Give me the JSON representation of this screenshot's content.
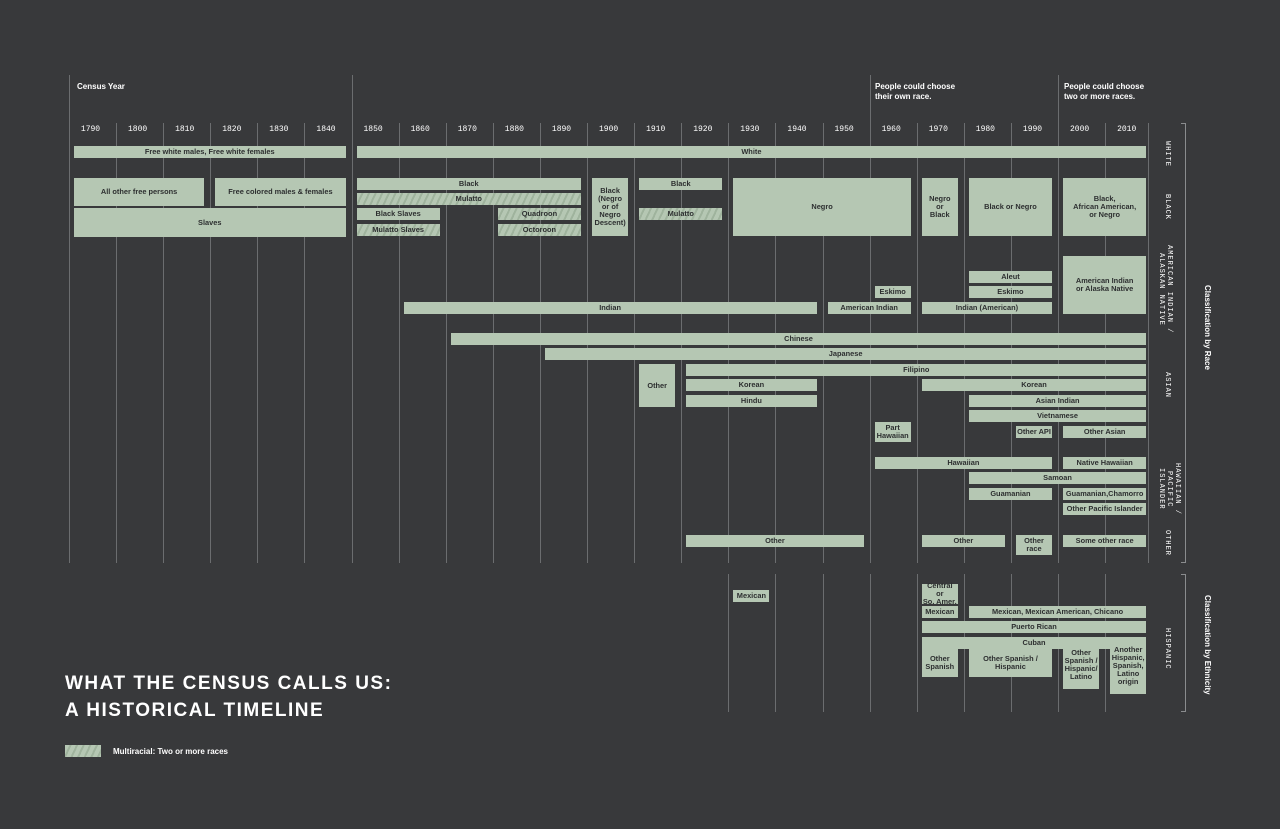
{
  "header": {
    "census_year": "Census Year",
    "choose_own": "People could choose\ntheir own race.",
    "choose_two": "People could choose\ntwo or more races."
  },
  "title": "WHAT THE CENSUS CALLS US:\nA HISTORICAL TIMELINE",
  "legend": {
    "label": "Multiracial: Two or more races"
  },
  "classification": {
    "race": "Classification by Race",
    "ethnicity": "Classification by Ethnicity"
  },
  "colors": {
    "background": "#38393b",
    "bar": "#b5c7b3",
    "hatch": "#9fb39d",
    "grid": "#6b6d6f",
    "text_dark": "#2d2f30"
  },
  "chart_data": {
    "type": "timeline",
    "x_unit": "census year",
    "years": [
      1790,
      1800,
      1810,
      1820,
      1830,
      1840,
      1850,
      1860,
      1870,
      1880,
      1890,
      1900,
      1910,
      1920,
      1930,
      1940,
      1950,
      1960,
      1970,
      1980,
      1990,
      2000,
      2010
    ],
    "groups": [
      {
        "label": "WHITE"
      },
      {
        "label": "BLACK"
      },
      {
        "label": "AMERICAN INDIAN /\nALASKAN NATIVE"
      },
      {
        "label": "ASIAN"
      },
      {
        "label": "HAWAIIAN /\nPACIFIC\nISLANDER"
      },
      {
        "label": "OTHER"
      },
      {
        "label": "HISPANIC"
      }
    ],
    "bars": [
      {
        "label": "Free white males, Free white females",
        "from": 1790,
        "to": 1840,
        "row": 0
      },
      {
        "label": "White",
        "from": 1850,
        "to": 2010,
        "row": 0
      },
      {
        "label": "All other free persons",
        "from": 1790,
        "to": 1810,
        "row": 1
      },
      {
        "label": "Free colored males & females",
        "from": 1820,
        "to": 1840,
        "row": 1
      },
      {
        "label": "Slaves",
        "from": 1790,
        "to": 1840,
        "row": 2
      },
      {
        "label": "Black",
        "from": 1850,
        "to": 1890,
        "row": 3
      },
      {
        "label": "Mulatto",
        "from": 1850,
        "to": 1890,
        "row": 4,
        "multiracial": true
      },
      {
        "label": "Black Slaves",
        "from": 1850,
        "to": 1860,
        "row": 5
      },
      {
        "label": "Mulatto Slaves",
        "from": 1850,
        "to": 1860,
        "row": 6,
        "multiracial": true
      },
      {
        "label": "Quadroon",
        "from": 1880,
        "to": 1890,
        "row": 5,
        "multiracial": true
      },
      {
        "label": "Octoroon",
        "from": 1880,
        "to": 1890,
        "row": 6,
        "multiracial": true
      },
      {
        "label": "Black\n(Negro\nor of\nNegro\nDescent)",
        "from": 1900,
        "to": 1900,
        "row": 1,
        "rowspan": 2
      },
      {
        "label": "Black",
        "from": 1910,
        "to": 1920,
        "row": 3
      },
      {
        "label": "Mulatto",
        "from": 1910,
        "to": 1920,
        "row": 5,
        "multiracial": true
      },
      {
        "label": "Negro",
        "from": 1930,
        "to": 1960,
        "row": 1,
        "rowspan": 2
      },
      {
        "label": "Negro\nor\nBlack",
        "from": 1970,
        "to": 1970,
        "row": 1,
        "rowspan": 2
      },
      {
        "label": "Black or Negro",
        "from": 1980,
        "to": 1990,
        "row": 1,
        "rowspan": 2
      },
      {
        "label": "Black,\nAfrican American,\nor Negro",
        "from": 2000,
        "to": 2010,
        "row": 1,
        "rowspan": 2
      },
      {
        "label": "Aleut",
        "from": 1980,
        "to": 1990,
        "row": 7
      },
      {
        "label": "Eskimo",
        "from": 1960,
        "to": 1960,
        "row": 8
      },
      {
        "label": "Eskimo",
        "from": 1980,
        "to": 1990,
        "row": 8
      },
      {
        "label": "Indian",
        "from": 1860,
        "to": 1940,
        "row": 9
      },
      {
        "label": "American Indian",
        "from": 1950,
        "to": 1960,
        "row": 9
      },
      {
        "label": "Indian (American)",
        "from": 1970,
        "to": 1990,
        "row": 9
      },
      {
        "label": "American Indian\nor Alaska Native",
        "from": 2000,
        "to": 2010,
        "row": 7,
        "rowspan": 3
      },
      {
        "label": "Chinese",
        "from": 1870,
        "to": 2010,
        "row": 10
      },
      {
        "label": "Japanese",
        "from": 1890,
        "to": 2010,
        "row": 11
      },
      {
        "label": "Filipino",
        "from": 1920,
        "to": 2010,
        "row": 12
      },
      {
        "label": "Other",
        "from": 1910,
        "to": 1910,
        "row": 12,
        "rowspan": 3
      },
      {
        "label": "Korean",
        "from": 1920,
        "to": 1940,
        "row": 13
      },
      {
        "label": "Hindu",
        "from": 1920,
        "to": 1940,
        "row": 14
      },
      {
        "label": "Korean",
        "from": 1970,
        "to": 2010,
        "row": 13
      },
      {
        "label": "Asian Indian",
        "from": 1980,
        "to": 2010,
        "row": 14
      },
      {
        "label": "Vietnamese",
        "from": 1980,
        "to": 2010,
        "row": 15
      },
      {
        "label": "Part\nHawaiian",
        "from": 1960,
        "to": 1960,
        "row": 16
      },
      {
        "label": "Other API",
        "from": 1990,
        "to": 1990,
        "row": 16
      },
      {
        "label": "Other Asian",
        "from": 2000,
        "to": 2010,
        "row": 16
      },
      {
        "label": "Hawaiian",
        "from": 1960,
        "to": 1990,
        "row": 17
      },
      {
        "label": "Native Hawaiian",
        "from": 2000,
        "to": 2010,
        "row": 17
      },
      {
        "label": "Samoan",
        "from": 1980,
        "to": 2010,
        "row": 18
      },
      {
        "label": "Guamanian",
        "from": 1980,
        "to": 1990,
        "row": 19
      },
      {
        "label": "Guamanian,Chamorro",
        "from": 2000,
        "to": 2010,
        "row": 19
      },
      {
        "label": "Other Pacific Islander",
        "from": 2000,
        "to": 2010,
        "row": 20
      },
      {
        "label": "Other",
        "from": 1920,
        "to": 1950,
        "row": 21
      },
      {
        "label": "Other",
        "from": 1970,
        "to": 1980,
        "row": 21
      },
      {
        "label": "Other\nrace",
        "from": 1990,
        "to": 1990,
        "row": 21
      },
      {
        "label": "Some other race",
        "from": 2000,
        "to": 2010,
        "row": 21
      },
      {
        "label": "Mexican",
        "from": 1930,
        "to": 1930,
        "row": 22
      },
      {
        "label": "Central or\nSo. Amer.",
        "from": 1970,
        "to": 1970,
        "row": 22
      },
      {
        "label": "Mexican",
        "from": 1970,
        "to": 1970,
        "row": 23
      },
      {
        "label": "Mexican, Mexican American, Chicano",
        "from": 1980,
        "to": 2010,
        "row": 23
      },
      {
        "label": "Puerto Rican",
        "from": 1970,
        "to": 2010,
        "row": 24
      },
      {
        "label": "Cuban",
        "from": 1970,
        "to": 2010,
        "row": 25
      },
      {
        "label": "Other\nSpanish",
        "from": 1970,
        "to": 1970,
        "row": 26
      },
      {
        "label": "Other Spanish /\nHispanic",
        "from": 1980,
        "to": 1990,
        "row": 26
      },
      {
        "label": "Other\nSpanish /\nHispanic/\nLatino",
        "from": 2000,
        "to": 2000,
        "row": 26
      },
      {
        "label": "Another\nHispanic,\nSpanish,\nLatino\norigin",
        "from": 2010,
        "to": 2010,
        "row": 26
      }
    ]
  }
}
